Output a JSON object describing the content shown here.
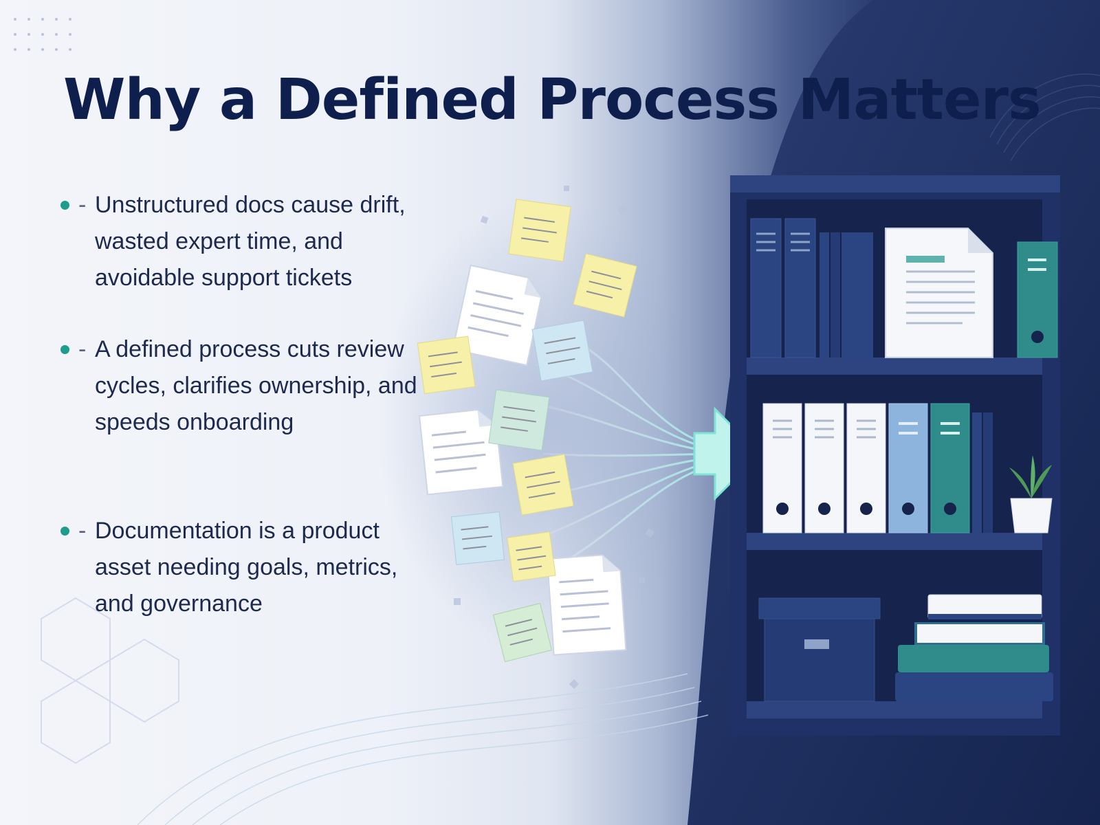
{
  "slide": {
    "title": "Why a Defined Process Matters",
    "bullets": [
      {
        "dash": "-",
        "text": "Unstructured docs cause drift, wasted expert time, and avoidable support tickets"
      },
      {
        "dash": "-",
        "text": "A defined process cuts review cycles, clarifies ownership, and speeds onboarding"
      },
      {
        "dash": "-",
        "text": "Documentation is a product asset needing goals, metrics, and governance"
      }
    ]
  },
  "colors": {
    "title": "#0f1f4d",
    "bullet_dot": "#1e9c8c",
    "shelf": "#1f3166",
    "teal": "#2f8c8a",
    "sticky_yellow": "#f6f0a8",
    "sticky_blue": "#cfe6f3",
    "sticky_green": "#cfe9df"
  },
  "icons": [
    "bullet-dot",
    "sticky-note-icon",
    "document-icon",
    "arrow-icon",
    "binder-icon",
    "storage-box-icon",
    "book-icon",
    "plant-icon"
  ]
}
